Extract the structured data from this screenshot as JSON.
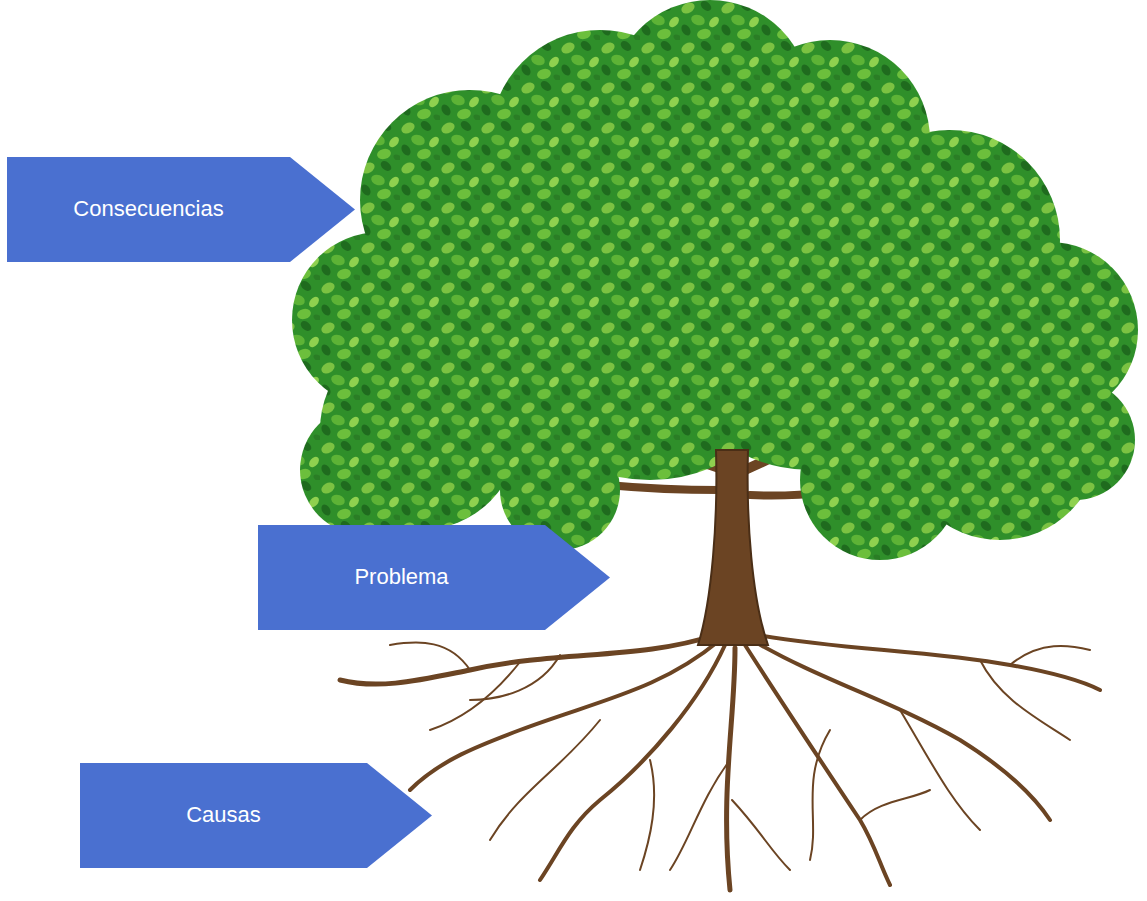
{
  "diagram": {
    "nodes": [
      {
        "text": [
          "Consecuencias"
        ]
      },
      {
        "text": [
          "Problema"
        ]
      },
      {
        "text": [
          "Causas"
        ]
      }
    ]
  }
}
